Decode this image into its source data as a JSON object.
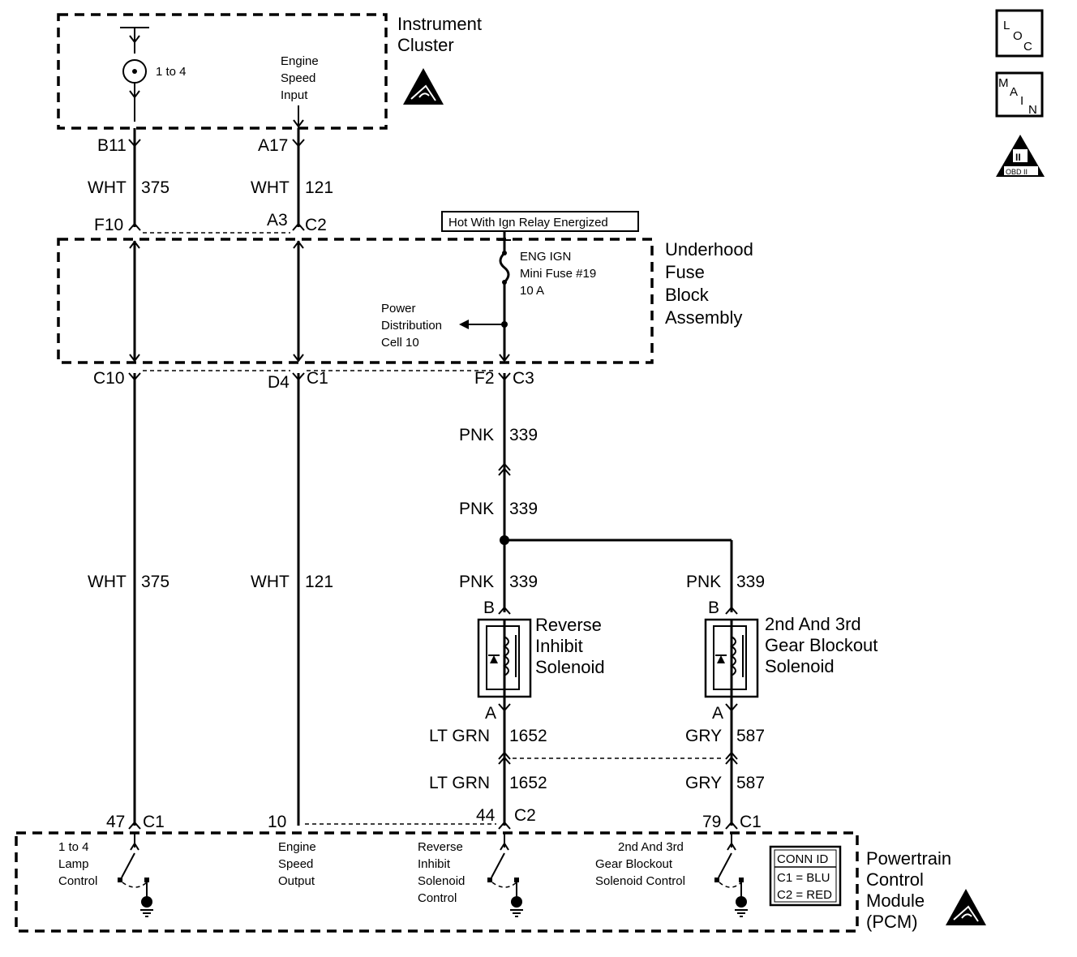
{
  "modules": {
    "instrument_cluster": {
      "line1": "Instrument",
      "line2": "Cluster"
    },
    "fuse_block": {
      "line1": "Underhood",
      "line2": "Fuse",
      "line3": "Block",
      "line4": "Assembly"
    },
    "pcm": {
      "line1": "Powertrain",
      "line2": "Control",
      "line3": "Module",
      "line4": "(PCM)"
    }
  },
  "cluster": {
    "gauge_label": "1 to 4",
    "input_line1": "Engine",
    "input_line2": "Speed",
    "input_line3": "Input"
  },
  "connectors": {
    "b11": "B11",
    "a17": "A17",
    "f10": "F10",
    "a3": "A3",
    "c2_top": "C2",
    "c10": "C10",
    "d4": "D4",
    "c1_mid": "C1",
    "f2": "F2",
    "c3": "C3",
    "pin47": "47",
    "c1_bot1": "C1",
    "pin10": "10",
    "pin44": "44",
    "c2_bot": "C2",
    "pin79": "79",
    "c1_bot2": "C1",
    "b1": "B",
    "b2": "B",
    "a1": "A",
    "a2": "A"
  },
  "wires": {
    "w1_color": "WHT",
    "w1_num": "375",
    "w2_color": "WHT",
    "w2_num": "121",
    "w3_color": "WHT",
    "w3_num": "375",
    "w4_color": "WHT",
    "w4_num": "121",
    "p1_color": "PNK",
    "p1_num": "339",
    "p2_color": "PNK",
    "p2_num": "339",
    "p3_color": "PNK",
    "p3_num": "339",
    "p4_color": "PNK",
    "p4_num": "339",
    "g1_color": "LT GRN",
    "g1_num": "1652",
    "g2_color": "LT GRN",
    "g2_num": "1652",
    "y1_color": "GRY",
    "y1_num": "587",
    "y2_color": "GRY",
    "y2_num": "587"
  },
  "fuse": {
    "hot_label": "Hot With Ign Relay Energized",
    "line1": "ENG IGN",
    "line2": "Mini Fuse #19",
    "line3": "10 A",
    "pd_line1": "Power",
    "pd_line2": "Distribution",
    "pd_line3": "Cell 10"
  },
  "solenoids": {
    "rev_line1": "Reverse",
    "rev_line2": "Inhibit",
    "rev_line3": "Solenoid",
    "gear_line1": "2nd And 3rd",
    "gear_line2": "Gear Blockout",
    "gear_line3": "Solenoid"
  },
  "pcm_circuits": {
    "c1_l1": "1 to 4",
    "c1_l2": "Lamp",
    "c1_l3": "Control",
    "c2_l1": "Engine",
    "c2_l2": "Speed",
    "c2_l3": "Output",
    "c3_l1": "Reverse",
    "c3_l2": "Inhibit",
    "c3_l3": "Solenoid",
    "c3_l4": "Control",
    "c4_l1": "2nd And 3rd",
    "c4_l2": "Gear Blockout",
    "c4_l3": "Solenoid Control"
  },
  "conn_id": {
    "title": "CONN ID",
    "c1": "C1 = BLU",
    "c2": "C2 = RED"
  },
  "badges": {
    "loc_l": "L",
    "loc_o": "O",
    "loc_c": "C",
    "main_m": "M",
    "main_a": "A",
    "main_i": "I",
    "main_n": "N",
    "obd_ii": "II",
    "obd_label": "OBD II"
  }
}
